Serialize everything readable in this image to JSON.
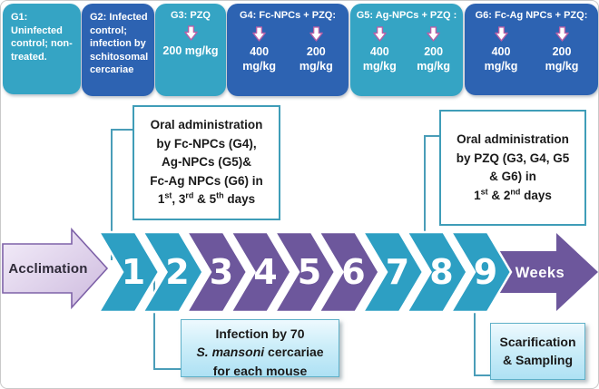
{
  "groups": {
    "g1": {
      "label": "G1: Uninfected control; non-treated."
    },
    "g2": {
      "label": "G2: Infected control; infection by schitosomal cercariae"
    },
    "g3": {
      "title": "G3: PZQ",
      "dose": "200 mg/kg"
    },
    "g4": {
      "title": "G4: Fc-NPCs + PZQ:",
      "dose_high": "400 mg/kg",
      "dose_low": "200 mg/kg"
    },
    "g5": {
      "title": "G5: Ag-NPCs + PZQ :",
      "dose_high": "400 mg/kg",
      "dose_low": "200 mg/kg"
    },
    "g6": {
      "title": "G6: Fc-Ag NPCs + PZQ:",
      "dose_high": "400 mg/kg",
      "dose_low": "200 mg/kg"
    }
  },
  "left_callout": {
    "line1": "Oral administration",
    "line2": "by Fc-NPCs (G4),",
    "line3": "Ag-NPCs (G5)&",
    "line4": "Fc-Ag NPCs (G6) in",
    "d1": "1",
    "d1s": "st",
    "sep1": ", ",
    "d2": "3",
    "d2s": "rd",
    "sep2": " & ",
    "d3": "5",
    "d3s": "th",
    "tail": " days"
  },
  "right_callout": {
    "line1": "Oral administration",
    "line2": "by PZQ (G3, G4, G5",
    "line3": "& G6) in",
    "d1": "1",
    "d1s": "st",
    "sep1": " & ",
    "d2": "2",
    "d2s": "nd",
    "tail": " days"
  },
  "infection_callout": {
    "line1": "Infection by 70",
    "species": "S. mansoni",
    "line2_rest": " cercariae",
    "line3": "for each mouse"
  },
  "sampling_callout": {
    "line1": "Scarification",
    "line2": "& Sampling"
  },
  "timeline": {
    "acclimation_label": "Acclimation",
    "weeks": [
      "1",
      "2",
      "3",
      "4",
      "5",
      "6",
      "7",
      "8",
      "9"
    ],
    "weeks_label": "Weeks",
    "week_colors": [
      "#2d9fc3",
      "#2d9fc3",
      "#6d579c",
      "#6d579c",
      "#6d579c",
      "#6d579c",
      "#2d9fc3",
      "#2d9fc3",
      "#2d9fc3"
    ],
    "weeks_arrow_color": "#6d579c"
  },
  "colors": {
    "teal_box": "#35a4c4",
    "blue_box": "#2d63b2",
    "callout_border": "#3f9db8",
    "connector": "#4a9db8",
    "dose_arrow_outline": "#b85fa6",
    "acclimation_border": "#7e62a8"
  }
}
